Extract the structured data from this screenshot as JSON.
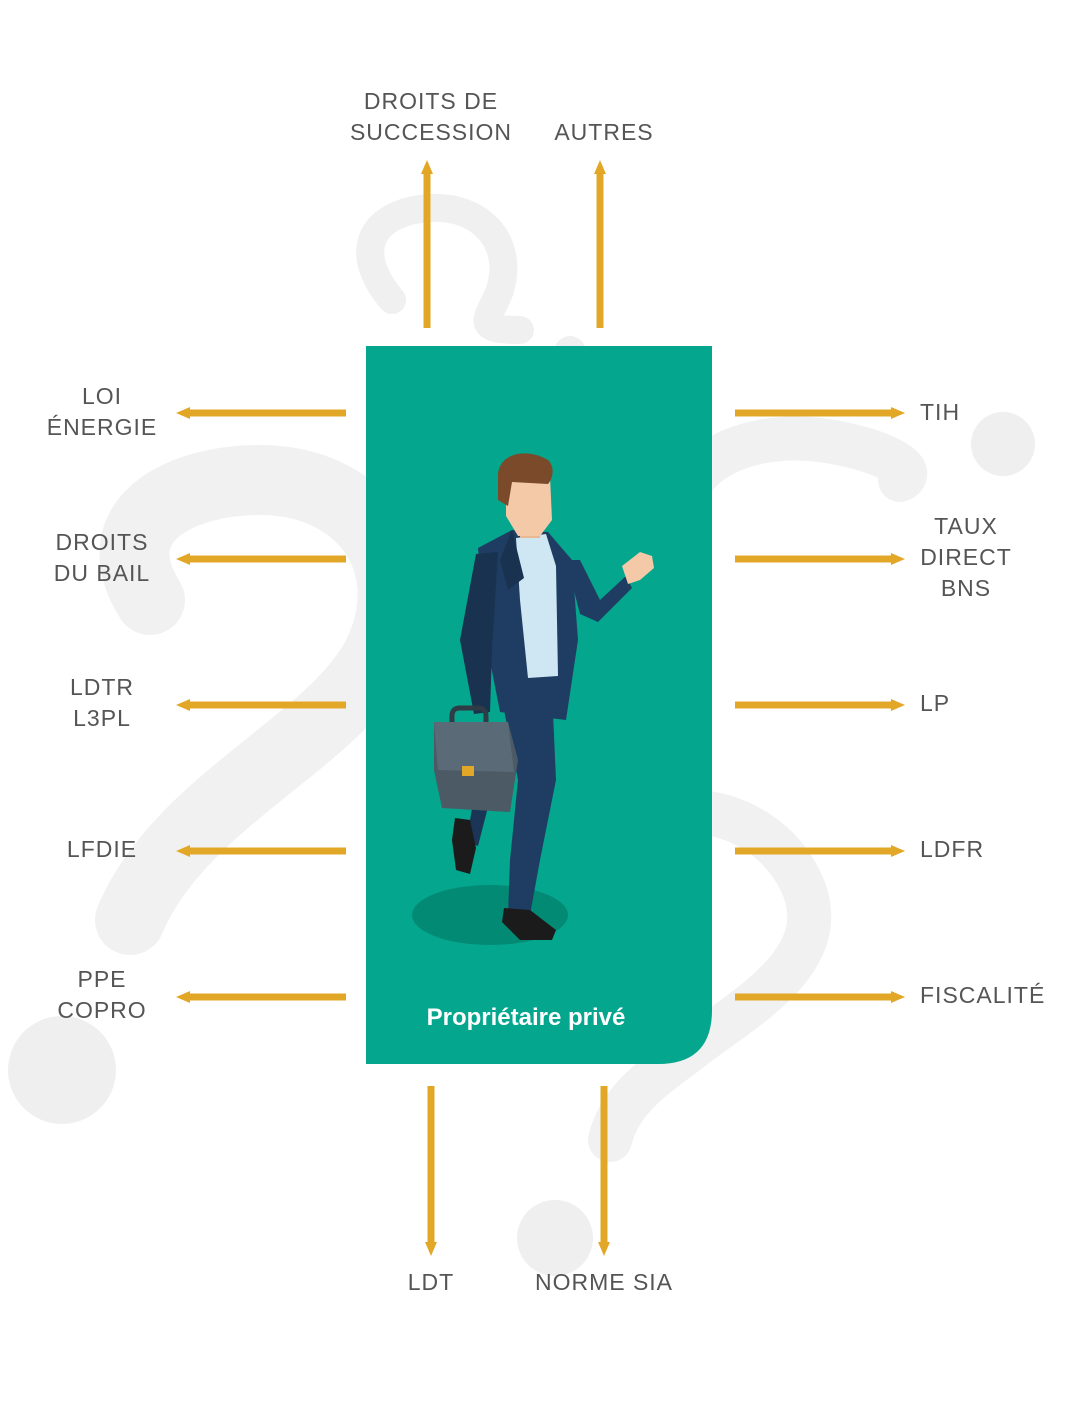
{
  "colors": {
    "card": "#04a68d",
    "arrow": "#e3a727",
    "arrow_dark": "#b97e12",
    "label": "#555555",
    "decor": "#efefef",
    "suit": "#1f3d63",
    "shirt": "#cfe6f3",
    "skin": "#f3c9a8",
    "hair": "#7a4a2a",
    "briefcase": "#4c5a66"
  },
  "card": {
    "title": "Propriétaire privé"
  },
  "labels": {
    "top": [
      {
        "id": "droits-succession",
        "lines": [
          "DROITS DE",
          "SUCCESSION"
        ]
      },
      {
        "id": "autres",
        "lines": [
          "AUTRES"
        ]
      }
    ],
    "left": [
      {
        "id": "loi-energie",
        "lines": [
          "LOI",
          "ÉNERGIE"
        ]
      },
      {
        "id": "droits-bail",
        "lines": [
          "DROITS",
          "DU BAIL"
        ]
      },
      {
        "id": "ldtr-l3pl",
        "lines": [
          "LDTR",
          "L3PL"
        ]
      },
      {
        "id": "lfdie",
        "lines": [
          "LFDIE"
        ]
      },
      {
        "id": "ppe-copro",
        "lines": [
          "PPE",
          "COPRO"
        ]
      }
    ],
    "right": [
      {
        "id": "tih",
        "lines": [
          "TIH"
        ]
      },
      {
        "id": "taux-direct-bns",
        "lines": [
          "TAUX",
          "DIRECT",
          "BNS"
        ]
      },
      {
        "id": "lp",
        "lines": [
          "LP"
        ]
      },
      {
        "id": "ldfr",
        "lines": [
          "LDFR"
        ]
      },
      {
        "id": "fiscalite",
        "lines": [
          "FISCALITÉ"
        ]
      }
    ],
    "bottom": [
      {
        "id": "ldt",
        "lines": [
          "LDT"
        ]
      },
      {
        "id": "norme-sia",
        "lines": [
          "NORME SIA"
        ]
      }
    ]
  }
}
